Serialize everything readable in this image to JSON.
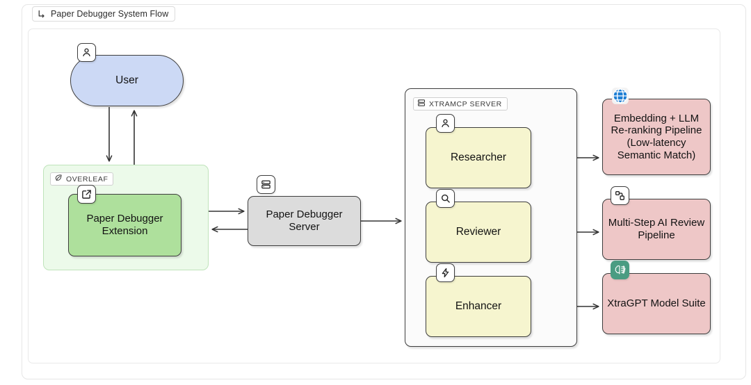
{
  "tab": {
    "label": "Paper Debugger System Flow",
    "icon": "flow-corner-icon"
  },
  "diagram": {
    "type": "flowchart",
    "nodes": {
      "user": {
        "label": "User",
        "shape": "stadium",
        "color": "#ccd9f5",
        "icon": "person-icon"
      },
      "extension": {
        "label": "Paper Debugger Extension",
        "shape": "rounded-rect",
        "color": "#aee09c",
        "icon": "external-link-icon"
      },
      "server": {
        "label": "Paper Debugger Server",
        "shape": "rounded-rect",
        "color": "#dcdcdc",
        "icon": "server-icon"
      },
      "researcher": {
        "label": "Researcher",
        "shape": "rounded-rect",
        "color": "#f6f5cf",
        "icon": "person-icon"
      },
      "reviewer": {
        "label": "Reviewer",
        "shape": "rounded-rect",
        "color": "#f6f5cf",
        "icon": "magnifier-icon"
      },
      "enhancer": {
        "label": "Enhancer",
        "shape": "rounded-rect",
        "color": "#f6f5cf",
        "icon": "lightning-bolt-icon"
      },
      "embedding": {
        "label": "Embedding + LLM Re-ranking Pipeline (Low-latency Semantic Match)",
        "shape": "rounded-rect",
        "color": "#eec7c7",
        "icon": "globe-icon"
      },
      "review_pipeline": {
        "label": "Multi-Step AI Review Pipeline",
        "shape": "rounded-rect",
        "color": "#eec7c7",
        "icon": "nodes-graph-icon"
      },
      "xtragpt": {
        "label": "XtraGPT Model Suite",
        "shape": "rounded-rect",
        "color": "#eec7c7",
        "icon": "brain-circuit-icon"
      }
    },
    "groups": {
      "overleaf": {
        "label": "OVERLEAF",
        "color": "#ecfaea",
        "icon": "leaf-icon"
      },
      "mcp": {
        "label": "XTRAMCP SERVER",
        "color": "#fbfbfb",
        "icon": "server-icon"
      }
    },
    "edges": [
      {
        "from": "user",
        "to": "overleaf",
        "direction": "down"
      },
      {
        "from": "overleaf",
        "to": "user",
        "direction": "up"
      },
      {
        "from": "overleaf",
        "to": "server",
        "direction": "right"
      },
      {
        "from": "server",
        "to": "overleaf",
        "direction": "left"
      },
      {
        "from": "server",
        "to": "mcp",
        "direction": "right"
      },
      {
        "from": "researcher",
        "to": "embedding",
        "direction": "right"
      },
      {
        "from": "reviewer",
        "to": "review_pipeline",
        "direction": "right"
      },
      {
        "from": "enhancer",
        "to": "xtragpt",
        "direction": "right"
      }
    ]
  }
}
